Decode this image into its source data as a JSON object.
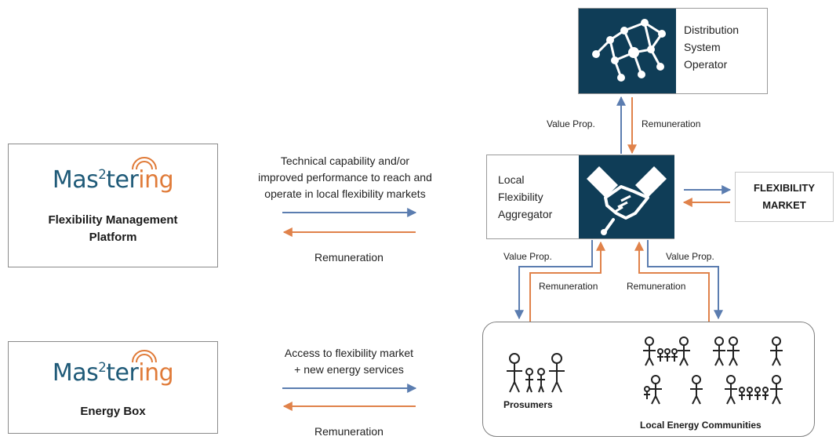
{
  "brand": {
    "name_part1": "Mas",
    "name_sup": "2",
    "name_part2": "ter",
    "name_part3": "ing"
  },
  "fmp_box": {
    "caption": "Flexibility Management\nPlatform"
  },
  "energy_box": {
    "caption": "Energy Box"
  },
  "flow_top": {
    "text": "Technical capability and/or\nimproved performance to reach and\noperate in local flexibility markets",
    "return_label": "Remuneration"
  },
  "flow_bottom": {
    "text": "Access to flexibility market\n+ new energy services",
    "return_label": "Remuneration"
  },
  "dso": {
    "text": "Distribution\nSystem\nOperator"
  },
  "dso_link": {
    "up_label": "Value Prop.",
    "down_label": "Remuneration"
  },
  "aggregator": {
    "text": "Local\nFlexibility\nAggregator"
  },
  "market": {
    "text": "FLEXIBILITY\nMARKET"
  },
  "community_links": {
    "left_value": "Value Prop.",
    "left_remuneration": "Remuneration",
    "right_remuneration": "Remuneration",
    "right_value": "Value Prop."
  },
  "community": {
    "prosumers_label": "Prosumers",
    "communities_label": "Local Energy Communities"
  },
  "colors": {
    "blue_arrow": "#5b7db0",
    "orange_arrow": "#e0824a",
    "tile": "#0f3d57",
    "logo_blue": "#1f5a78",
    "logo_orange": "#e07b39"
  }
}
